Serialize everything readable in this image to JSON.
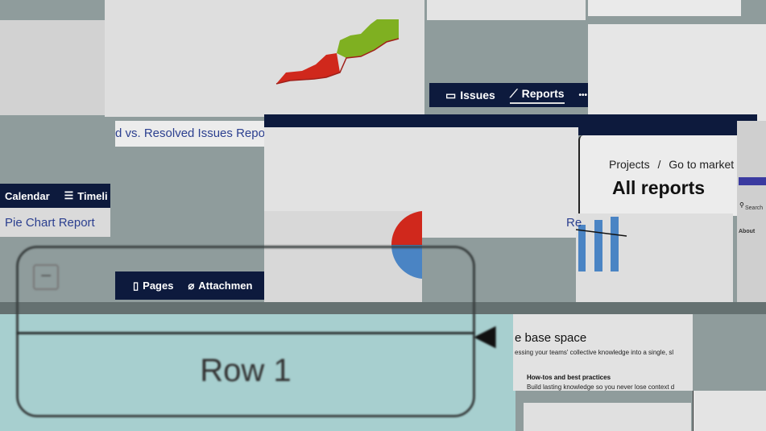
{
  "top_left_report": {
    "title_fragment": "d vs. Resolved Issues Repor"
  },
  "project_nav": {
    "items": [
      {
        "label": "Issues",
        "icon": "issues-icon"
      },
      {
        "label": "Reports",
        "icon": "reports-icon",
        "active": true
      }
    ],
    "more": "•••"
  },
  "side_nav": {
    "items": [
      {
        "label": "Calendar"
      },
      {
        "label": "Timeli"
      }
    ]
  },
  "pie_link": "Pie Chart Report",
  "space_nav": {
    "items": [
      {
        "label": "Pages"
      },
      {
        "label": "Attachmen"
      }
    ]
  },
  "breadcrumb": {
    "items": [
      "Projects",
      "Go to market"
    ],
    "separator": "/"
  },
  "page_title": "All reports",
  "report_link_fragment": "Re",
  "side_mini": {
    "search": "Search",
    "about": "About"
  },
  "row_box": {
    "label": "Row 1"
  },
  "knowledge": {
    "title": "e base space",
    "subtitle": "essing your teams' collective knowledge into a single, sl",
    "section_title": "How-tos and best practices",
    "section_text": "Build lasting knowledge so you never lose context d"
  },
  "colors": {
    "navy": "#0d1a3d",
    "link": "#2b3f8f",
    "red": "#d0281c",
    "green": "#7fb021",
    "bar": "#4a84c4"
  }
}
